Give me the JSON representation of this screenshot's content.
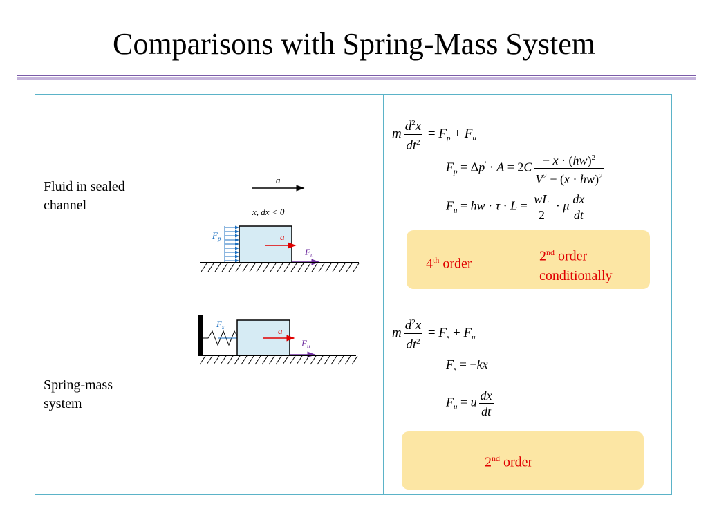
{
  "slide": {
    "title": "Comparisons with Spring-Mass System"
  },
  "rows": [
    {
      "label_line1": "Fluid in sealed",
      "label_line2": "channel",
      "diagram": {
        "accel_label": "a",
        "condition": "x, dx < 0",
        "force_left": "F",
        "force_left_sub": "p",
        "force_inner": "a",
        "force_right": "F",
        "force_right_sub": "u"
      },
      "note_left_num": "4",
      "note_left_sup": "th",
      "note_left_text": "order",
      "note_right_num": "2",
      "note_right_sup": "nd",
      "note_right_text": "order",
      "note_right_line2": "conditionally"
    },
    {
      "label_line1": "Spring-mass",
      "label_line2": "system",
      "diagram": {
        "force_left": "F",
        "force_left_sub": "s",
        "force_inner": "a",
        "force_right": "F",
        "force_right_sub": "u"
      },
      "note_num": "2",
      "note_sup": "nd",
      "note_text": "order"
    }
  ],
  "colors": {
    "table_border": "#5bb3c8",
    "note_bg": "#fce6a4",
    "note_text": "#e00000",
    "arrow_red": "#e00000",
    "arrow_blue": "#1b6fc0",
    "arrow_purple": "#7030a0",
    "block_fill": "#d6ebf4",
    "rule_purple": "#7b5ba8"
  }
}
